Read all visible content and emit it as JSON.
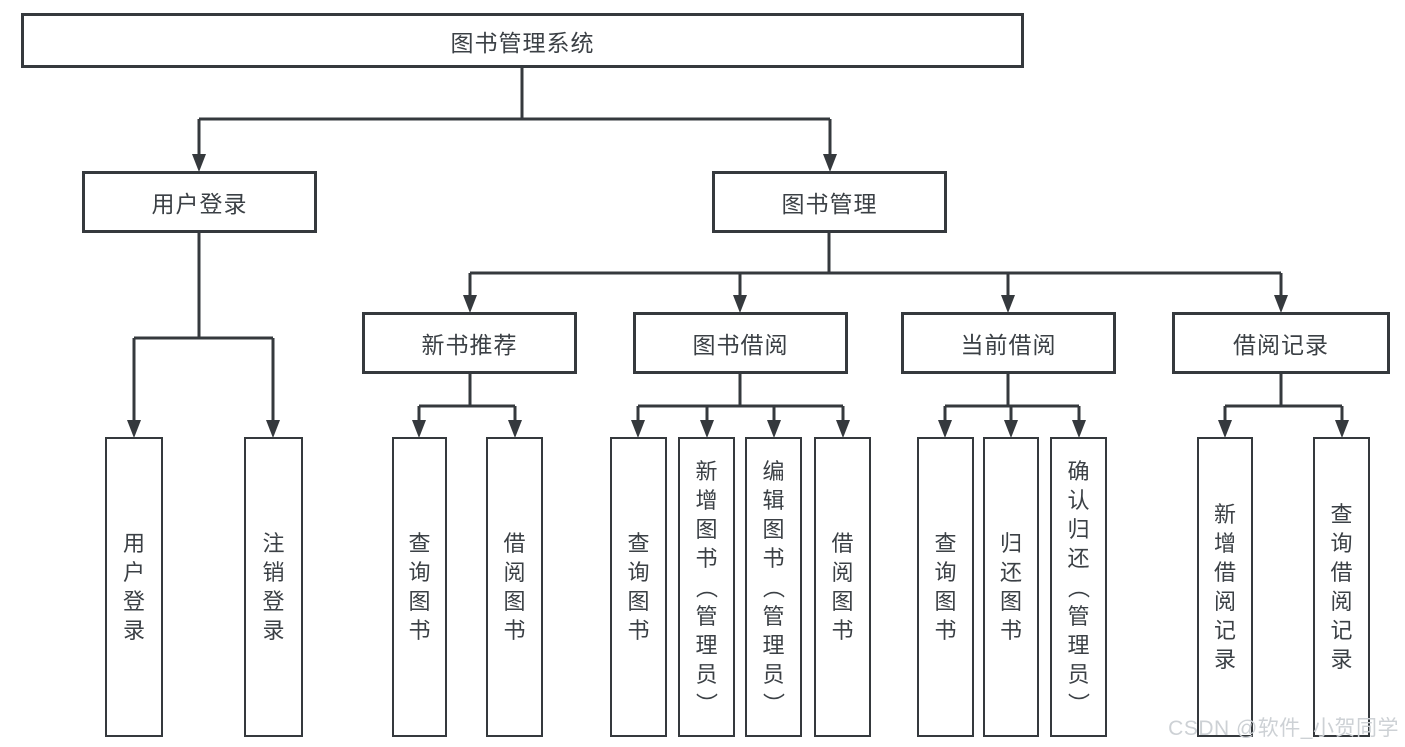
{
  "nodes": {
    "root": {
      "label": "图书管理系统"
    },
    "level1": [
      {
        "label": "用户登录"
      },
      {
        "label": "图书管理"
      }
    ],
    "level2": [
      {
        "label": "新书推荐"
      },
      {
        "label": "图书借阅"
      },
      {
        "label": "当前借阅"
      },
      {
        "label": "借阅记录"
      }
    ],
    "leaves": [
      {
        "label": "用户登录"
      },
      {
        "label": "注销登录"
      },
      {
        "label": "查询图书"
      },
      {
        "label": "借阅图书"
      },
      {
        "label": "查询图书"
      },
      {
        "label": "新增图书（管理员）"
      },
      {
        "label": "编辑图书（管理员）"
      },
      {
        "label": "借阅图书"
      },
      {
        "label": "查询图书"
      },
      {
        "label": "归还图书"
      },
      {
        "label": "确认归还（管理员）"
      },
      {
        "label": "新增借阅记录"
      },
      {
        "label": "查询借阅记录"
      }
    ]
  },
  "watermark": "CSDN @软件_小贺同学",
  "colors": {
    "line": "#35393d",
    "text": "#3b4045",
    "watermark": "#cdd1d5",
    "background": "#ffffff"
  }
}
